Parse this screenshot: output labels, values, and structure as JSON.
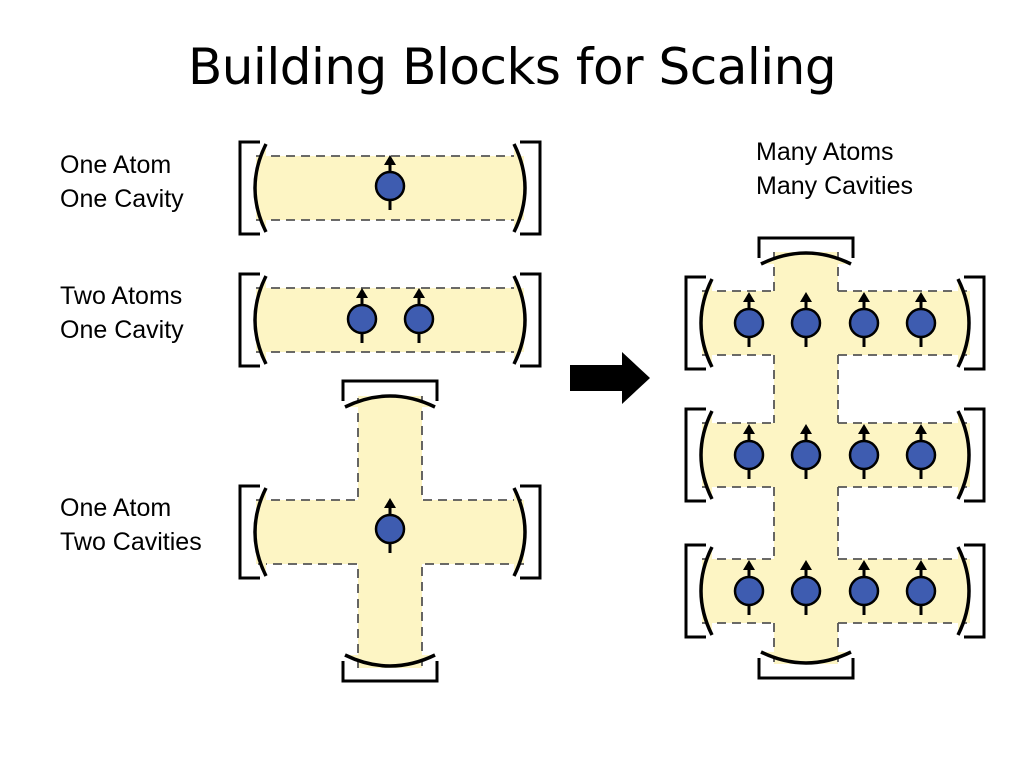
{
  "slide": {
    "title": "Building Blocks for Scaling"
  },
  "labels": {
    "one_atom_one_cavity": [
      "One Atom",
      "One Cavity"
    ],
    "two_atoms_one_cavity": [
      "Two Atoms",
      "One Cavity"
    ],
    "one_atom_two_cavities": [
      "One Atom",
      "Two Cavities"
    ],
    "many_atoms_many_cavities": [
      "Many Atoms",
      "Many Cavities"
    ]
  },
  "colors": {
    "cavity_fill": "#FDF5C4",
    "atom_fill": "#3E5CB0",
    "outline": "#000000"
  },
  "icons": {
    "atom": "spin-up-atom-icon",
    "arrow": "right-arrow-icon"
  }
}
